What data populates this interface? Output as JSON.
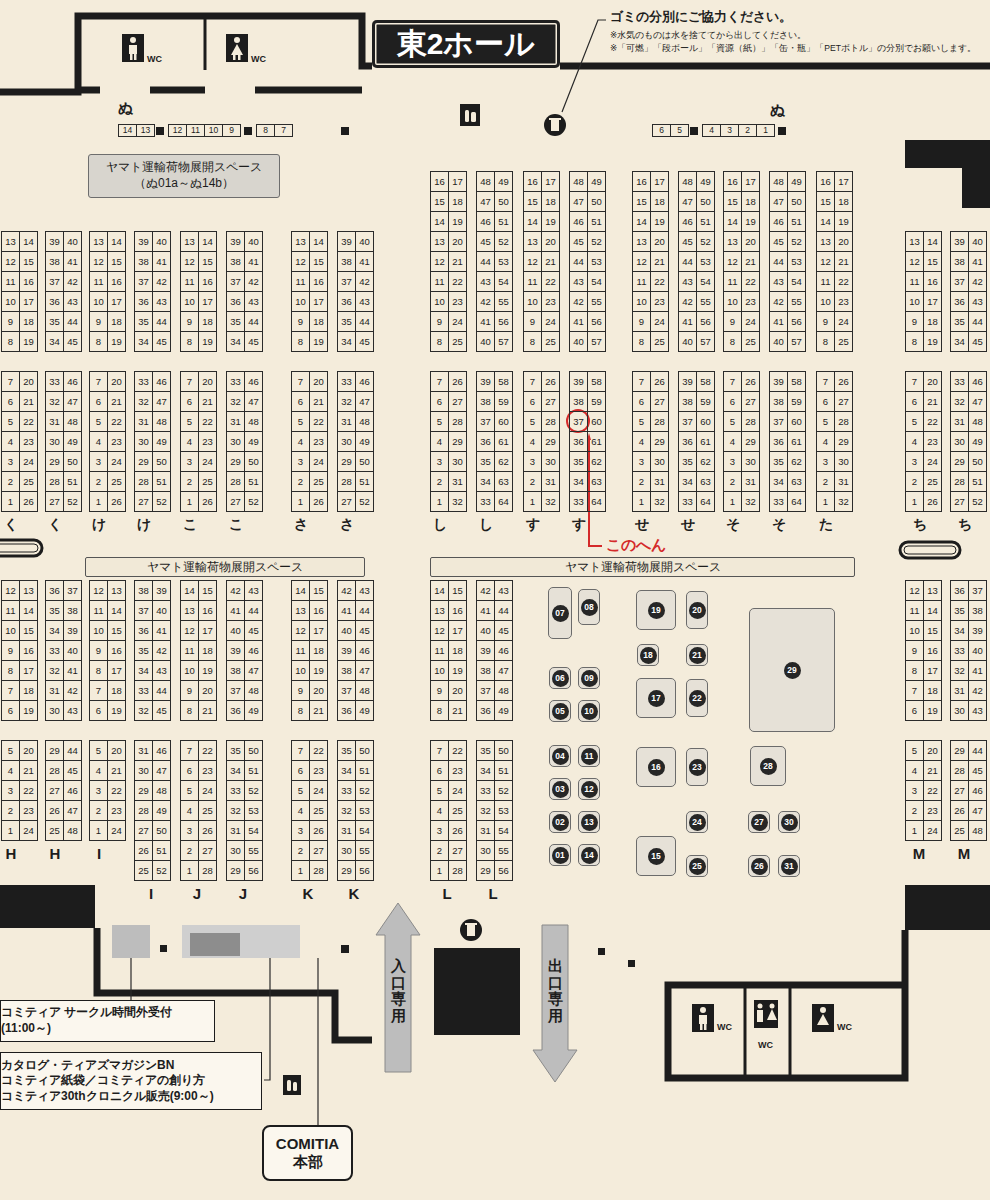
{
  "diagram": {
    "title": "東2ホール",
    "nodes": [
      {
        "text": [
          "ヤマト運輸荷物展開スペース （ぬ01a～ぬ14b）"
        ]
      },
      {
        "text": [
          "ヤマト運輸荷物展開スペース"
        ]
      },
      {
        "text": [
          "ヤマト運輸荷物展開スペース"
        ]
      },
      {
        "text": [
          "コミティア サークル時間外受付 (11:00～)"
        ]
      },
      {
        "text": [
          "カタログ・ティアズマガジンBN コミティア紙袋／コミティアの創り方 コミティア30thクロニクル販売(9:00～)"
        ]
      },
      {
        "text": [
          "COMITIA 本部"
        ]
      },
      {
        "text": [
          "01"
        ]
      },
      {
        "text": [
          "02"
        ]
      },
      {
        "text": [
          "03"
        ]
      },
      {
        "text": [
          "04"
        ]
      },
      {
        "text": [
          "05"
        ]
      },
      {
        "text": [
          "06"
        ]
      },
      {
        "text": [
          "07"
        ]
      },
      {
        "text": [
          "08"
        ]
      },
      {
        "text": [
          "09"
        ]
      },
      {
        "text": [
          "10"
        ]
      },
      {
        "text": [
          "11"
        ]
      },
      {
        "text": [
          "12"
        ]
      },
      {
        "text": [
          "13"
        ]
      },
      {
        "text": [
          "14"
        ]
      },
      {
        "text": [
          "15"
        ]
      },
      {
        "text": [
          "16"
        ]
      },
      {
        "text": [
          "17"
        ]
      },
      {
        "text": [
          "18"
        ]
      },
      {
        "text": [
          "19"
        ]
      },
      {
        "text": [
          "20"
        ]
      },
      {
        "text": [
          "21"
        ]
      },
      {
        "text": [
          "22"
        ]
      },
      {
        "text": [
          "23"
        ]
      },
      {
        "text": [
          "24"
        ]
      },
      {
        "text": [
          "25"
        ]
      },
      {
        "text": [
          "26"
        ]
      },
      {
        "text": [
          "27"
        ]
      },
      {
        "text": [
          "28"
        ]
      },
      {
        "text": [
          "29"
        ]
      },
      {
        "text": [
          "30"
        ]
      },
      {
        "text": [
          "31"
        ]
      }
    ],
    "labels": [
      "ゴミの分別にご協力ください。",
      "※水気のものは水を捨ててから出してください。",
      "※「可燃」「段ボール」「資源（紙）」「缶・瓶」「PETボトル」の分別でお願いします。",
      "WC",
      "WC",
      "ぬ",
      "14",
      "13",
      "12",
      "11",
      "10",
      "9",
      "8",
      "7",
      "ぬ",
      "6",
      "5",
      "4",
      "3",
      "2",
      "1",
      "13",
      "14",
      "12",
      "15",
      "11",
      "16",
      "10",
      "17",
      "9",
      "18",
      "8",
      "19",
      "39",
      "40",
      "38",
      "41",
      "37",
      "42",
      "36",
      "43",
      "35",
      "44",
      "34",
      "45",
      "13",
      "14",
      "12",
      "15",
      "11",
      "16",
      "10",
      "17",
      "9",
      "18",
      "8",
      "19",
      "39",
      "40",
      "38",
      "41",
      "37",
      "42",
      "36",
      "43",
      "35",
      "44",
      "34",
      "45",
      "13",
      "14",
      "12",
      "15",
      "11",
      "16",
      "10",
      "17",
      "9",
      "18",
      "8",
      "19",
      "39",
      "40",
      "38",
      "41",
      "37",
      "42",
      "36",
      "43",
      "35",
      "44",
      "34",
      "45",
      "13",
      "14",
      "12",
      "15",
      "11",
      "16",
      "10",
      "17",
      "9",
      "18",
      "8",
      "19",
      "39",
      "40",
      "38",
      "41",
      "37",
      "42",
      "36",
      "43",
      "35",
      "44",
      "34",
      "45",
      "16",
      "17",
      "15",
      "18",
      "14",
      "19",
      "13",
      "20",
      "12",
      "21",
      "11",
      "22",
      "10",
      "23",
      "9",
      "24",
      "8",
      "25",
      "48",
      "49",
      "47",
      "50",
      "46",
      "51",
      "45",
      "52",
      "44",
      "53",
      "43",
      "54",
      "42",
      "55",
      "41",
      "56",
      "40",
      "57",
      "16",
      "17",
      "15",
      "18",
      "14",
      "19",
      "13",
      "20",
      "12",
      "21",
      "11",
      "22",
      "10",
      "23",
      "9",
      "24",
      "8",
      "25",
      "48",
      "49",
      "47",
      "50",
      "46",
      "51",
      "45",
      "52",
      "44",
      "53",
      "43",
      "54",
      "42",
      "55",
      "41",
      "56",
      "40",
      "57",
      "16",
      "17",
      "15",
      "18",
      "14",
      "19",
      "13",
      "20",
      "12",
      "21",
      "11",
      "22",
      "10",
      "23",
      "9",
      "24",
      "8",
      "25",
      "48",
      "49",
      "47",
      "50",
      "46",
      "51",
      "45",
      "52",
      "44",
      "53",
      "43",
      "54",
      "42",
      "55",
      "41",
      "56",
      "40",
      "57",
      "16",
      "17",
      "15",
      "18",
      "14",
      "19",
      "13",
      "20",
      "12",
      "21",
      "11",
      "22",
      "10",
      "23",
      "9",
      "24",
      "8",
      "25",
      "48",
      "49",
      "47",
      "50",
      "46",
      "51",
      "45",
      "52",
      "44",
      "53",
      "43",
      "54",
      "42",
      "55",
      "41",
      "56",
      "40",
      "57",
      "16",
      "17",
      "15",
      "18",
      "14",
      "19",
      "13",
      "20",
      "12",
      "21",
      "11",
      "22",
      "10",
      "23",
      "9",
      "24",
      "8",
      "25",
      "13",
      "14",
      "12",
      "15",
      "11",
      "16",
      "10",
      "17",
      "9",
      "18",
      "8",
      "19",
      "39",
      "40",
      "38",
      "41",
      "37",
      "42",
      "36",
      "43",
      "35",
      "44",
      "34",
      "45",
      "7",
      "20",
      "6",
      "21",
      "5",
      "22",
      "4",
      "23",
      "3",
      "24",
      "2",
      "25",
      "1",
      "26",
      "33",
      "46",
      "32",
      "47",
      "31",
      "48",
      "30",
      "49",
      "29",
      "50",
      "28",
      "51",
      "27",
      "52",
      "7",
      "20",
      "6",
      "21",
      "5",
      "22",
      "4",
      "23",
      "3",
      "24",
      "2",
      "25",
      "1",
      "26",
      "33",
      "46",
      "32",
      "47",
      "31",
      "48",
      "30",
      "49",
      "29",
      "50",
      "28",
      "51",
      "27",
      "52",
      "7",
      "20",
      "6",
      "21",
      "5",
      "22",
      "4",
      "23",
      "3",
      "24",
      "2",
      "25",
      "1",
      "26",
      "33",
      "46",
      "32",
      "47",
      "31",
      "48",
      "30",
      "49",
      "29",
      "50",
      "28",
      "51",
      "27",
      "52",
      "7",
      "20",
      "6",
      "21",
      "5",
      "22",
      "4",
      "23",
      "3",
      "24",
      "2",
      "25",
      "1",
      "26",
      "33",
      "46",
      "32",
      "47",
      "31",
      "48",
      "30",
      "49",
      "29",
      "50",
      "28",
      "51",
      "27",
      "52",
      "7",
      "26",
      "6",
      "27",
      "5",
      "28",
      "4",
      "29",
      "3",
      "30",
      "2",
      "31",
      "1",
      "32",
      "39",
      "58",
      "38",
      "59",
      "37",
      "60",
      "36",
      "61",
      "35",
      "62",
      "34",
      "63",
      "33",
      "64",
      "7",
      "26",
      "6",
      "27",
      "5",
      "28",
      "4",
      "29",
      "3",
      "30",
      "2",
      "31",
      "1",
      "32",
      "39",
      "58",
      "38",
      "59",
      "37",
      "60",
      "36",
      "61",
      "35",
      "62",
      "34",
      "63",
      "33",
      "64",
      "7",
      "26",
      "6",
      "27",
      "5",
      "28",
      "4",
      "29",
      "3",
      "30",
      "2",
      "31",
      "1",
      "32",
      "39",
      "58",
      "38",
      "59",
      "37",
      "60",
      "36",
      "61",
      "35",
      "62",
      "34",
      "63",
      "33",
      "64",
      "7",
      "26",
      "6",
      "27",
      "5",
      "28",
      "4",
      "29",
      "3",
      "30",
      "2",
      "31",
      "1",
      "32",
      "39",
      "58",
      "38",
      "59",
      "37",
      "60",
      "36",
      "61",
      "35",
      "62",
      "34",
      "63",
      "33",
      "64",
      "7",
      "26",
      "6",
      "27",
      "5",
      "28",
      "4",
      "29",
      "3",
      "30",
      "2",
      "31",
      "1",
      "32",
      "7",
      "20",
      "6",
      "21",
      "5",
      "22",
      "4",
      "23",
      "3",
      "24",
      "2",
      "25",
      "1",
      "26",
      "33",
      "46",
      "32",
      "47",
      "31",
      "48",
      "30",
      "49",
      "29",
      "50",
      "28",
      "51",
      "27",
      "52",
      "く",
      "く",
      "け",
      "け",
      "こ",
      "こ",
      "さ",
      "さ",
      "し",
      "し",
      "す",
      "す",
      "せ",
      "せ",
      "そ",
      "そ",
      "た",
      "ち",
      "ち",
      "このへん",
      "12",
      "13",
      "11",
      "14",
      "10",
      "15",
      "9",
      "16",
      "8",
      "17",
      "7",
      "18",
      "6",
      "19",
      "36",
      "37",
      "35",
      "38",
      "34",
      "39",
      "33",
      "40",
      "32",
      "41",
      "31",
      "42",
      "30",
      "43",
      "12",
      "13",
      "11",
      "14",
      "10",
      "15",
      "9",
      "16",
      "8",
      "17",
      "7",
      "18",
      "6",
      "19",
      "38",
      "39",
      "37",
      "40",
      "36",
      "41",
      "35",
      "42",
      "34",
      "43",
      "33",
      "44",
      "32",
      "45",
      "14",
      "15",
      "13",
      "16",
      "12",
      "17",
      "11",
      "18",
      "10",
      "19",
      "9",
      "20",
      "8",
      "21",
      "42",
      "43",
      "41",
      "44",
      "40",
      "45",
      "39",
      "46",
      "38",
      "47",
      "37",
      "48",
      "36",
      "49",
      "14",
      "15",
      "13",
      "16",
      "12",
      "17",
      "11",
      "18",
      "10",
      "19",
      "9",
      "20",
      "8",
      "21",
      "42",
      "43",
      "41",
      "44",
      "40",
      "45",
      "39",
      "46",
      "38",
      "47",
      "37",
      "48",
      "36",
      "49",
      "14",
      "15",
      "13",
      "16",
      "12",
      "17",
      "11",
      "18",
      "10",
      "19",
      "9",
      "20",
      "8",
      "21",
      "42",
      "43",
      "41",
      "44",
      "40",
      "45",
      "39",
      "46",
      "38",
      "47",
      "37",
      "48",
      "36",
      "49",
      "12",
      "13",
      "11",
      "14",
      "10",
      "15",
      "9",
      "16",
      "8",
      "17",
      "7",
      "18",
      "6",
      "19",
      "36",
      "37",
      "35",
      "38",
      "34",
      "39",
      "33",
      "40",
      "32",
      "41",
      "31",
      "42",
      "30",
      "43",
      "5",
      "20",
      "4",
      "21",
      "3",
      "22",
      "2",
      "23",
      "1",
      "24",
      "29",
      "44",
      "28",
      "45",
      "27",
      "46",
      "26",
      "47",
      "25",
      "48",
      "5",
      "20",
      "4",
      "21",
      "3",
      "22",
      "2",
      "23",
      "1",
      "24",
      "31",
      "46",
      "30",
      "47",
      "29",
      "48",
      "28",
      "49",
      "27",
      "50",
      "26",
      "51",
      "25",
      "52",
      "7",
      "22",
      "6",
      "23",
      "5",
      "24",
      "4",
      "25",
      "3",
      "26",
      "2",
      "27",
      "1",
      "28",
      "35",
      "50",
      "34",
      "51",
      "33",
      "52",
      "32",
      "53",
      "31",
      "54",
      "30",
      "55",
      "29",
      "56",
      "7",
      "22",
      "6",
      "23",
      "5",
      "24",
      "4",
      "25",
      "3",
      "26",
      "2",
      "27",
      "1",
      "28",
      "35",
      "50",
      "34",
      "51",
      "33",
      "52",
      "32",
      "53",
      "31",
      "54",
      "30",
      "55",
      "29",
      "56",
      "7",
      "22",
      "6",
      "23",
      "5",
      "24",
      "4",
      "25",
      "3",
      "26",
      "2",
      "27",
      "1",
      "28",
      "35",
      "50",
      "34",
      "51",
      "33",
      "52",
      "32",
      "53",
      "31",
      "54",
      "30",
      "55",
      "29",
      "56",
      "5",
      "20",
      "4",
      "21",
      "3",
      "22",
      "2",
      "23",
      "1",
      "24",
      "29",
      "44",
      "28",
      "45",
      "27",
      "46",
      "26",
      "47",
      "25",
      "48",
      "H",
      "H",
      "I",
      "I",
      "J",
      "J",
      "K",
      "K",
      "L",
      "L",
      "M",
      "M",
      "入口専用",
      "出口専用",
      "WC",
      "WC",
      "WC"
    ]
  }
}
